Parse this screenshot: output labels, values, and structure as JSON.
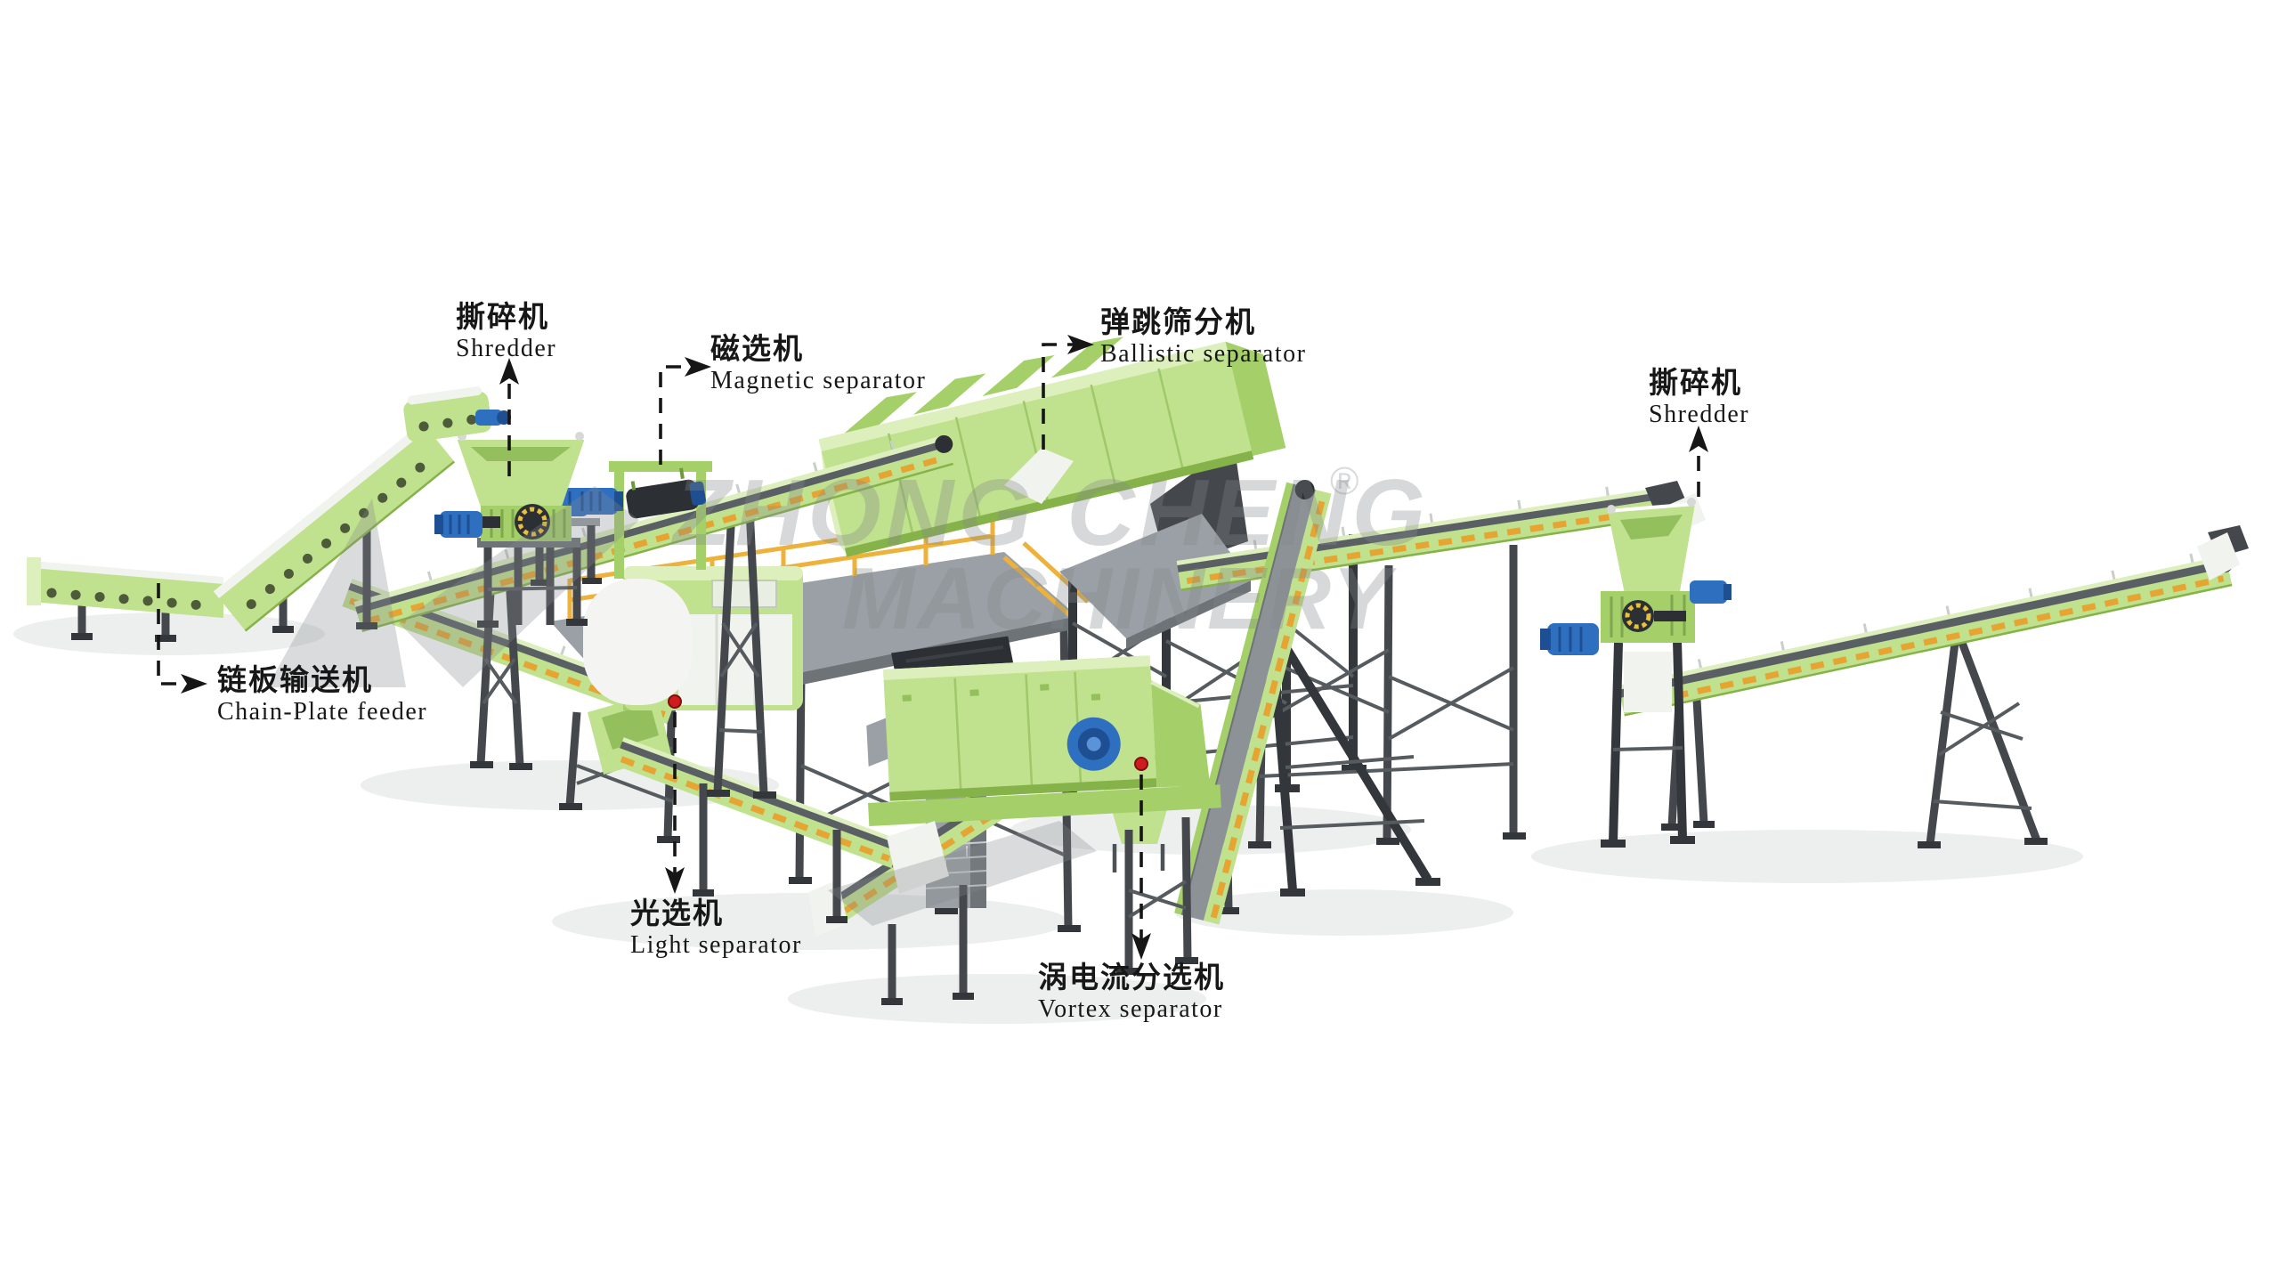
{
  "page": {
    "background": "#ffffff"
  },
  "watermark": {
    "brand_line1": "ZHONG CHENG",
    "brand_line2": "MACHINERY",
    "registered_mark": "®"
  },
  "labels": [
    {
      "id": "shredder-left",
      "zh": "撕碎机",
      "en": "Shredder"
    },
    {
      "id": "magnetic-separator",
      "zh": "磁选机",
      "en": "Magnetic separator"
    },
    {
      "id": "ballistic-separator",
      "zh": "弹跳筛分机",
      "en": "Ballistic separator"
    },
    {
      "id": "shredder-right",
      "zh": "撕碎机",
      "en": "Shredder"
    },
    {
      "id": "chain-plate-feeder",
      "zh": "链板输送机",
      "en": "Chain-Plate feeder"
    },
    {
      "id": "light-separator",
      "zh": "光选机",
      "en": "Light separator"
    },
    {
      "id": "vortex-separator",
      "zh": "涡电流分选机",
      "en": "Vortex separator"
    }
  ],
  "colors": {
    "machine_green": "#c0e18d",
    "machine_green_dark": "#a5d069",
    "belt_gray": "#5a5f63",
    "frame_gray": "#44484d",
    "motor_blue": "#2f6fc0",
    "stripe_orange": "#e8a12e",
    "marker_red": "#cf1d1d",
    "watermark_gray": "#a9adb0",
    "label_text": "#171717"
  }
}
